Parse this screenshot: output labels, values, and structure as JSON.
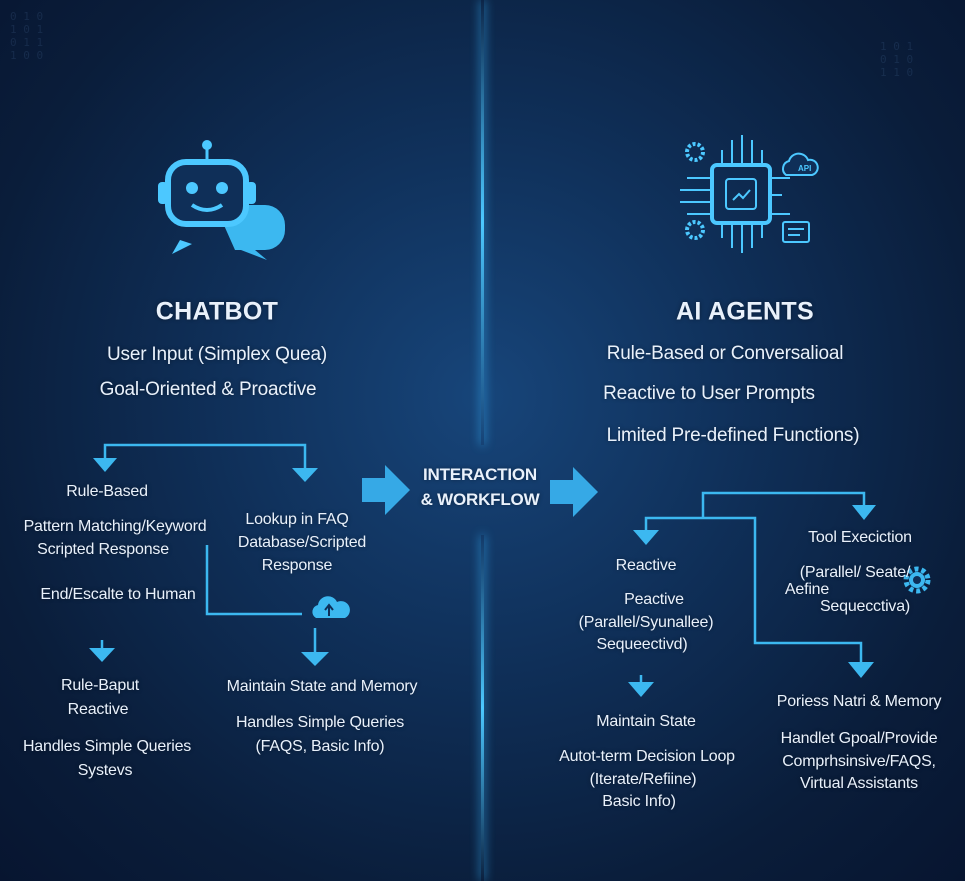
{
  "center": {
    "line1": "INTERACTION",
    "line2": "& WORKFLOW"
  },
  "chatbot": {
    "title": "CHATBOT",
    "subtitle1": "User Input (Simplex Quea)",
    "subtitle2": "Goal-Oriented & Proactive",
    "rule_based": "Rule-Based",
    "pattern": "Pattern Matching/Keyword",
    "scripted": "Scripted Response",
    "escalate": "End/Escalte to Human",
    "lookup": [
      "Lookup in FAQ",
      "Database/Scripted",
      "Response"
    ],
    "rule_baput": "Rule-Baput",
    "reactive": "Reactive",
    "handles": "Handles Simple Queries",
    "systems": "Systevs",
    "maintain": "Maintain State and Memory",
    "handles2": "Handles Simple Queries",
    "faqs": "(FAQS, Basic Info)"
  },
  "agents": {
    "title": "AI AGENTS",
    "subtitle1": "Rule-Based or Conversalioal",
    "subtitle2": "Reactive to User Prompts",
    "subtitle3": "Limited Pre-defined Functions)",
    "api_label": "API",
    "tool": [
      "Tool Execiction",
      "(Parallel/ Seate/",
      "Aefine",
      "Sequecctiva)"
    ],
    "reactive": "Reactive",
    "peactive": [
      "Peactive",
      "(Parallel/Syunallee)",
      "Sequeectivd)"
    ],
    "maintain": "Maintain State",
    "loop": [
      "Autot-term Decision Loop",
      "(Iterate/Refiine)",
      "Basic Info)"
    ],
    "memory": "Poriess Natri & Memory",
    "handlet": [
      "Handlet Gpoal/Provide",
      "Comprhsinsive/FAQS,",
      "Virtual Assistants"
    ]
  },
  "colors": {
    "accent": "#3cb8f0",
    "bg": "#0f2f58",
    "text": "#e9f1fb"
  }
}
